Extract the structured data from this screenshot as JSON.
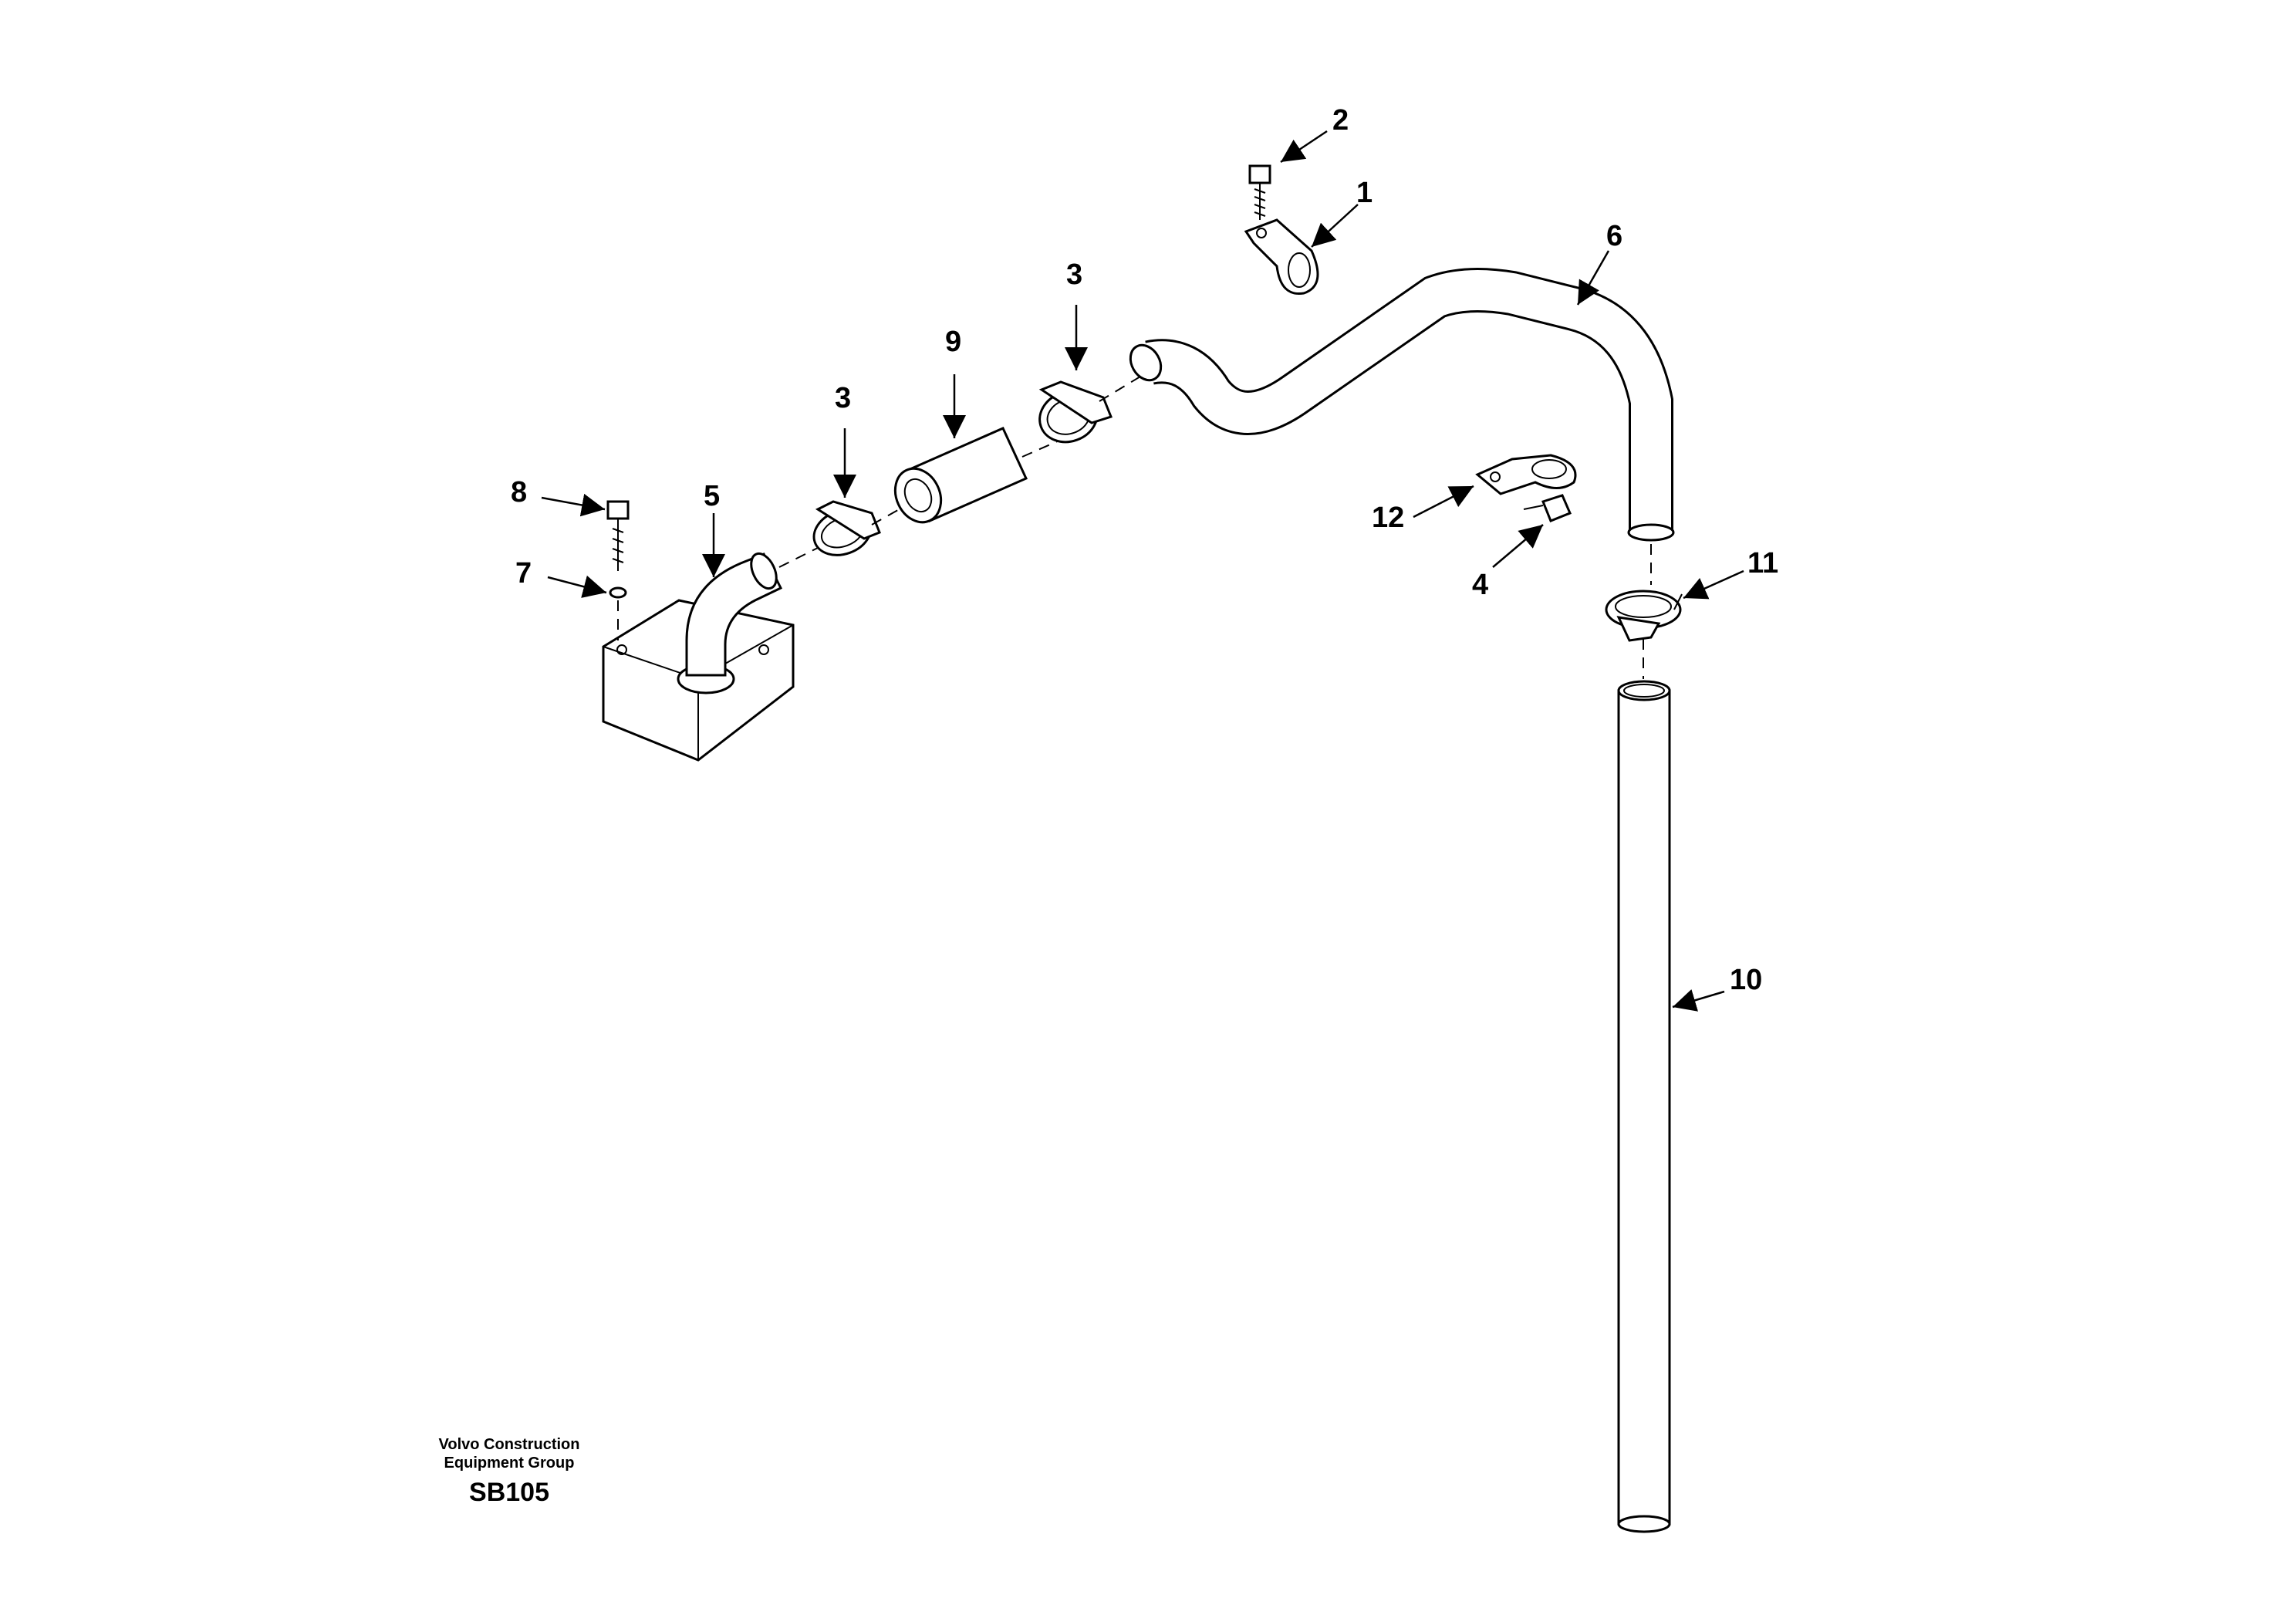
{
  "callouts": [
    {
      "id": "c1",
      "text": "1"
    },
    {
      "id": "c2",
      "text": "2"
    },
    {
      "id": "c3a",
      "text": "3"
    },
    {
      "id": "c3b",
      "text": "3"
    },
    {
      "id": "c4",
      "text": "4"
    },
    {
      "id": "c5",
      "text": "5"
    },
    {
      "id": "c6",
      "text": "6"
    },
    {
      "id": "c7",
      "text": "7"
    },
    {
      "id": "c8",
      "text": "8"
    },
    {
      "id": "c9",
      "text": "9"
    },
    {
      "id": "c10",
      "text": "10"
    },
    {
      "id": "c11",
      "text": "11"
    },
    {
      "id": "c12",
      "text": "12"
    }
  ],
  "footer": {
    "line1": "Volvo Construction",
    "line2": "Equipment Group",
    "code": "SB105"
  }
}
